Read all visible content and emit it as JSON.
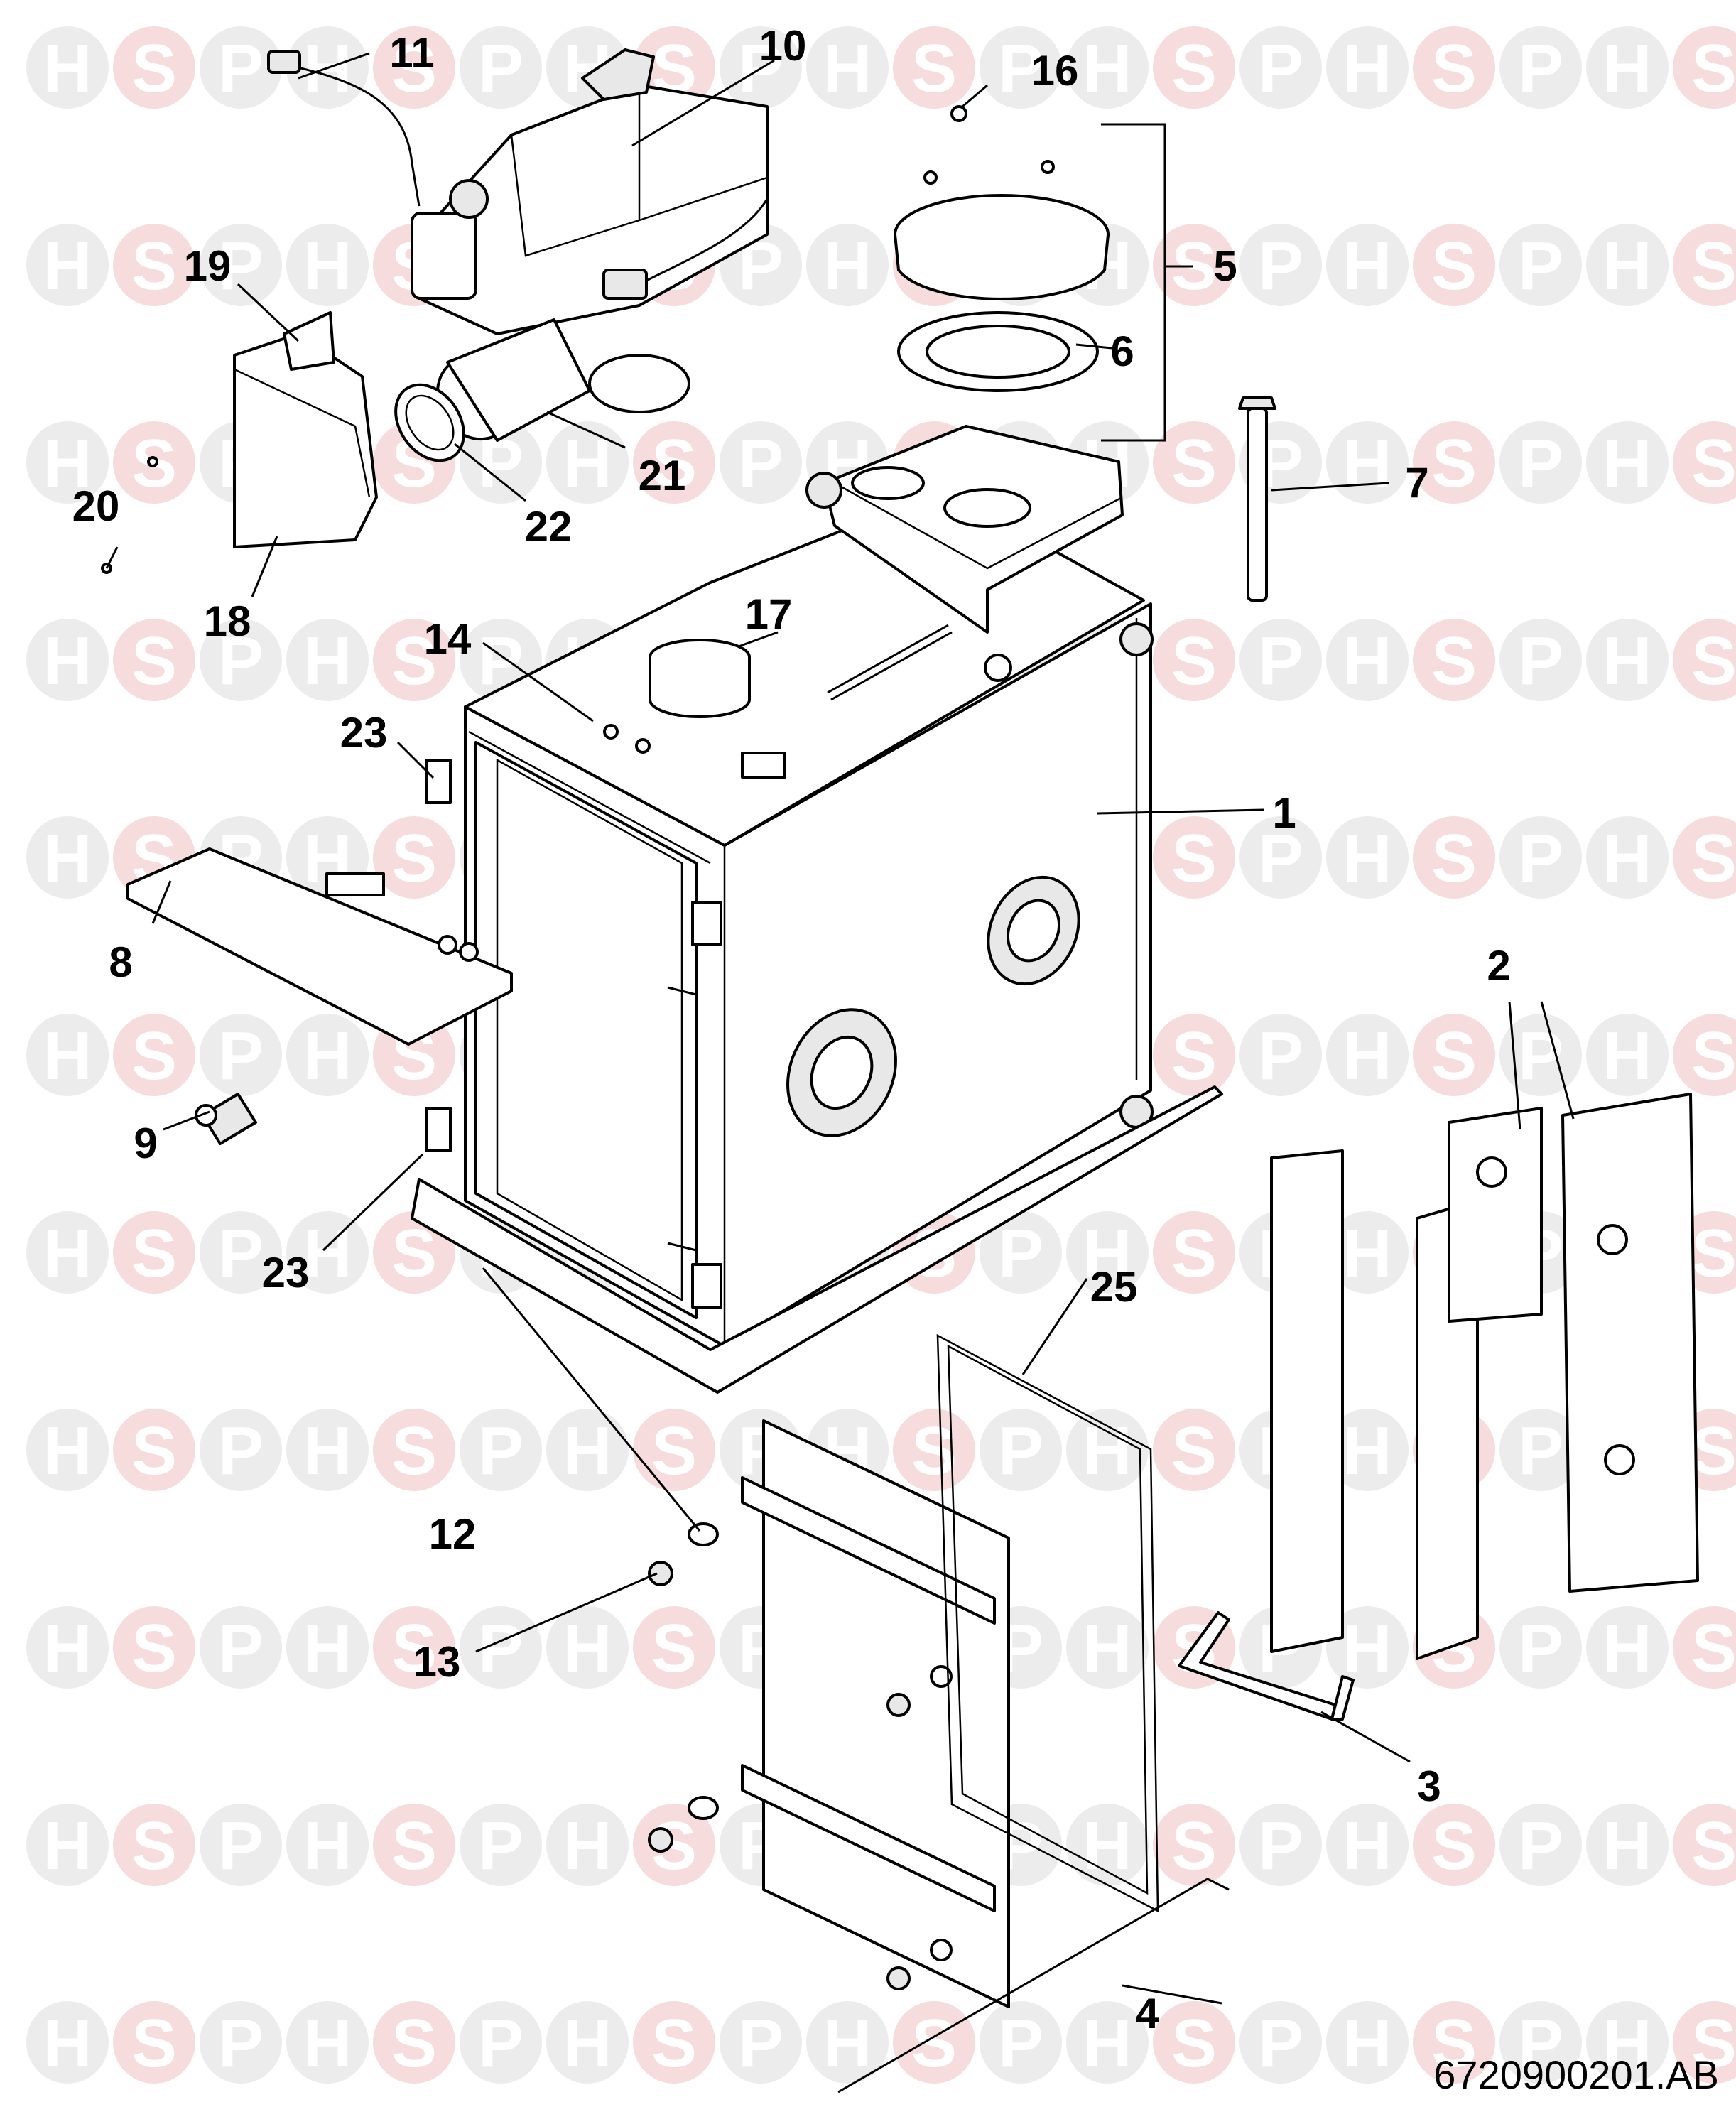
{
  "watermark": {
    "letters": [
      "H",
      "S",
      "P"
    ],
    "colors": {
      "grey": "#ececec",
      "pink": "#f6dcdc"
    }
  },
  "callouts": [
    {
      "id": "c1",
      "text": "1"
    },
    {
      "id": "c2",
      "text": "2"
    },
    {
      "id": "c3",
      "text": "3"
    },
    {
      "id": "c4",
      "text": "4"
    },
    {
      "id": "c5",
      "text": "5"
    },
    {
      "id": "c6",
      "text": "6"
    },
    {
      "id": "c7",
      "text": "7"
    },
    {
      "id": "c8",
      "text": "8"
    },
    {
      "id": "c9",
      "text": "9"
    },
    {
      "id": "c10",
      "text": "10"
    },
    {
      "id": "c11",
      "text": "11"
    },
    {
      "id": "c12",
      "text": "12"
    },
    {
      "id": "c13",
      "text": "13"
    },
    {
      "id": "c14",
      "text": "14"
    },
    {
      "id": "c16",
      "text": "16"
    },
    {
      "id": "c17",
      "text": "17"
    },
    {
      "id": "c18",
      "text": "18"
    },
    {
      "id": "c19",
      "text": "19"
    },
    {
      "id": "c20",
      "text": "20"
    },
    {
      "id": "c21",
      "text": "21"
    },
    {
      "id": "c22",
      "text": "22"
    },
    {
      "id": "c23a",
      "text": "23"
    },
    {
      "id": "c23b",
      "text": "23"
    },
    {
      "id": "c25",
      "text": "25"
    }
  ],
  "drawing_ref": "6720900201.AB"
}
